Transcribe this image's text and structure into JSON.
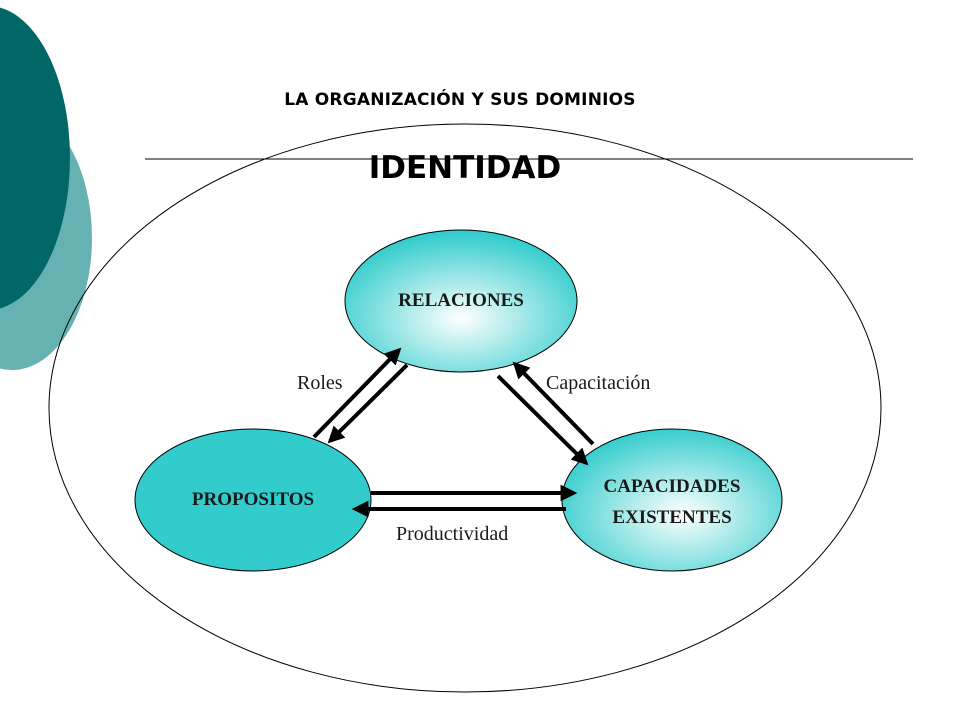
{
  "title": "LA ORGANIZACIÓN  Y SUS DOMINIOS",
  "identity": "IDENTIDAD",
  "nodes": {
    "relaciones": "RELACIONES",
    "propositos": "PROPOSITOS",
    "capacidades_line1": "CAPACIDADES",
    "capacidades_line2": "EXISTENTES"
  },
  "edges": {
    "roles": "Roles",
    "capacitacion": "Capacitación",
    "productividad": "Productividad"
  },
  "colors": {
    "node_fill": "#33cccc",
    "node_highlight": "#ffffff",
    "deco_dark": "#006666",
    "deco_light": "#66b2b2",
    "stroke": "#000000"
  }
}
